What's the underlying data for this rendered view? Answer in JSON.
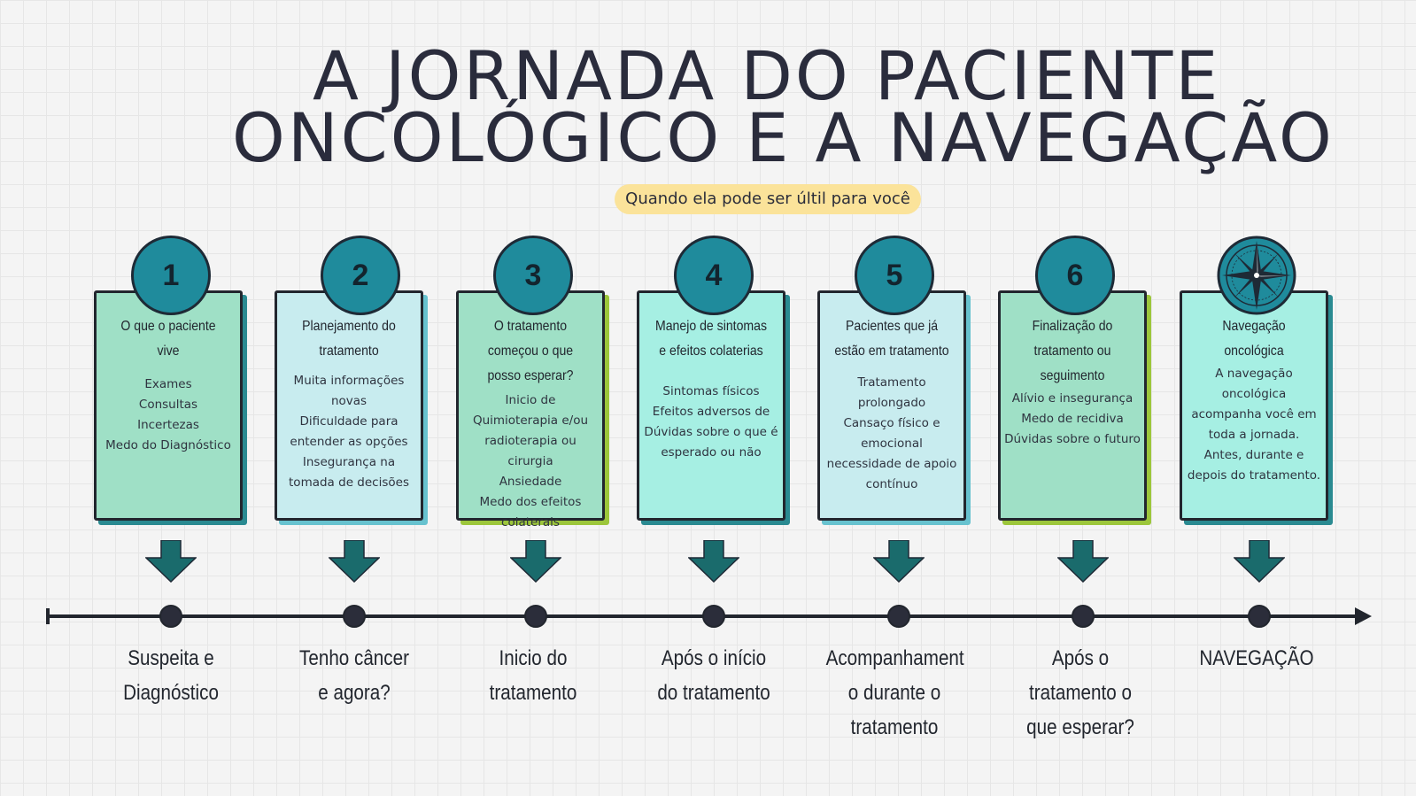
{
  "title": {
    "line1": "A JORNADA  DO PACIENTE",
    "line2": "ONCOLÓGICO E A NAVEGAÇÃO"
  },
  "subtitle": "Quando ela pode ser últil para você",
  "colors": {
    "card_fills": [
      "#9fe0c6",
      "#c8ecef",
      "#9fe0c6",
      "#a6efe3",
      "#c8ecef",
      "#9fe0c6",
      "#a6efe3"
    ],
    "card_shadows": [
      "#2a8a91",
      "#67c2cf",
      "#9cc63b",
      "#2a8a91",
      "#67c2cf",
      "#9cc63b",
      "#2a8a91"
    ],
    "badge": "#1f8b9c",
    "arrow": "#1a6b6c",
    "timeline": "#22262e"
  },
  "stages": [
    {
      "badge": "1",
      "heading": "O que o paciente vive",
      "body": "Exames\nConsultas\nIncertezas\nMedo do Diagnóstico",
      "label": "Suspeita e\nDiagnóstico"
    },
    {
      "badge": "2",
      "heading": "Planejamento do tratamento",
      "body": "Muita informações novas\nDificuldade para entender as opções\nInsegurança na tomada de decisões",
      "label": "Tenho câncer\ne agora?"
    },
    {
      "badge": "3",
      "heading": "O tratamento começou o que posso esperar?",
      "body": "Inicio de Quimioterapia e/ou radioterapia ou cirurgia\nAnsiedade\nMedo dos efeitos colaterais",
      "label": "Inicio do\ntratamento"
    },
    {
      "badge": "4",
      "heading": "Manejo de sintomas e efeitos colaterias",
      "body": "Sintomas físicos\nEfeitos adversos de\nDúvidas sobre o que é esperado ou não",
      "label": "Após o início\ndo tratamento"
    },
    {
      "badge": "5",
      "heading": "Pacientes que já estão em tratamento",
      "body": "Tratamento prolongado\nCansaço físico e emocional\nnecessidade de apoio contínuo",
      "label": "Acompanhament\no durante o\ntratamento"
    },
    {
      "badge": "6",
      "heading": "Finalização do tratamento ou seguimento",
      "body": "Alívio e insegurança\nMedo de recidiva\nDúvidas sobre o futuro",
      "label": "Após o\ntratamento o\nque esperar?"
    },
    {
      "badge_icon": "compass-rose-icon",
      "heading": "Navegação oncológica",
      "body": "A navegação oncológica acompanha você em toda a jornada.\nAntes, durante e depois do tratamento.",
      "label": "NAVEGAÇÃO"
    }
  ]
}
